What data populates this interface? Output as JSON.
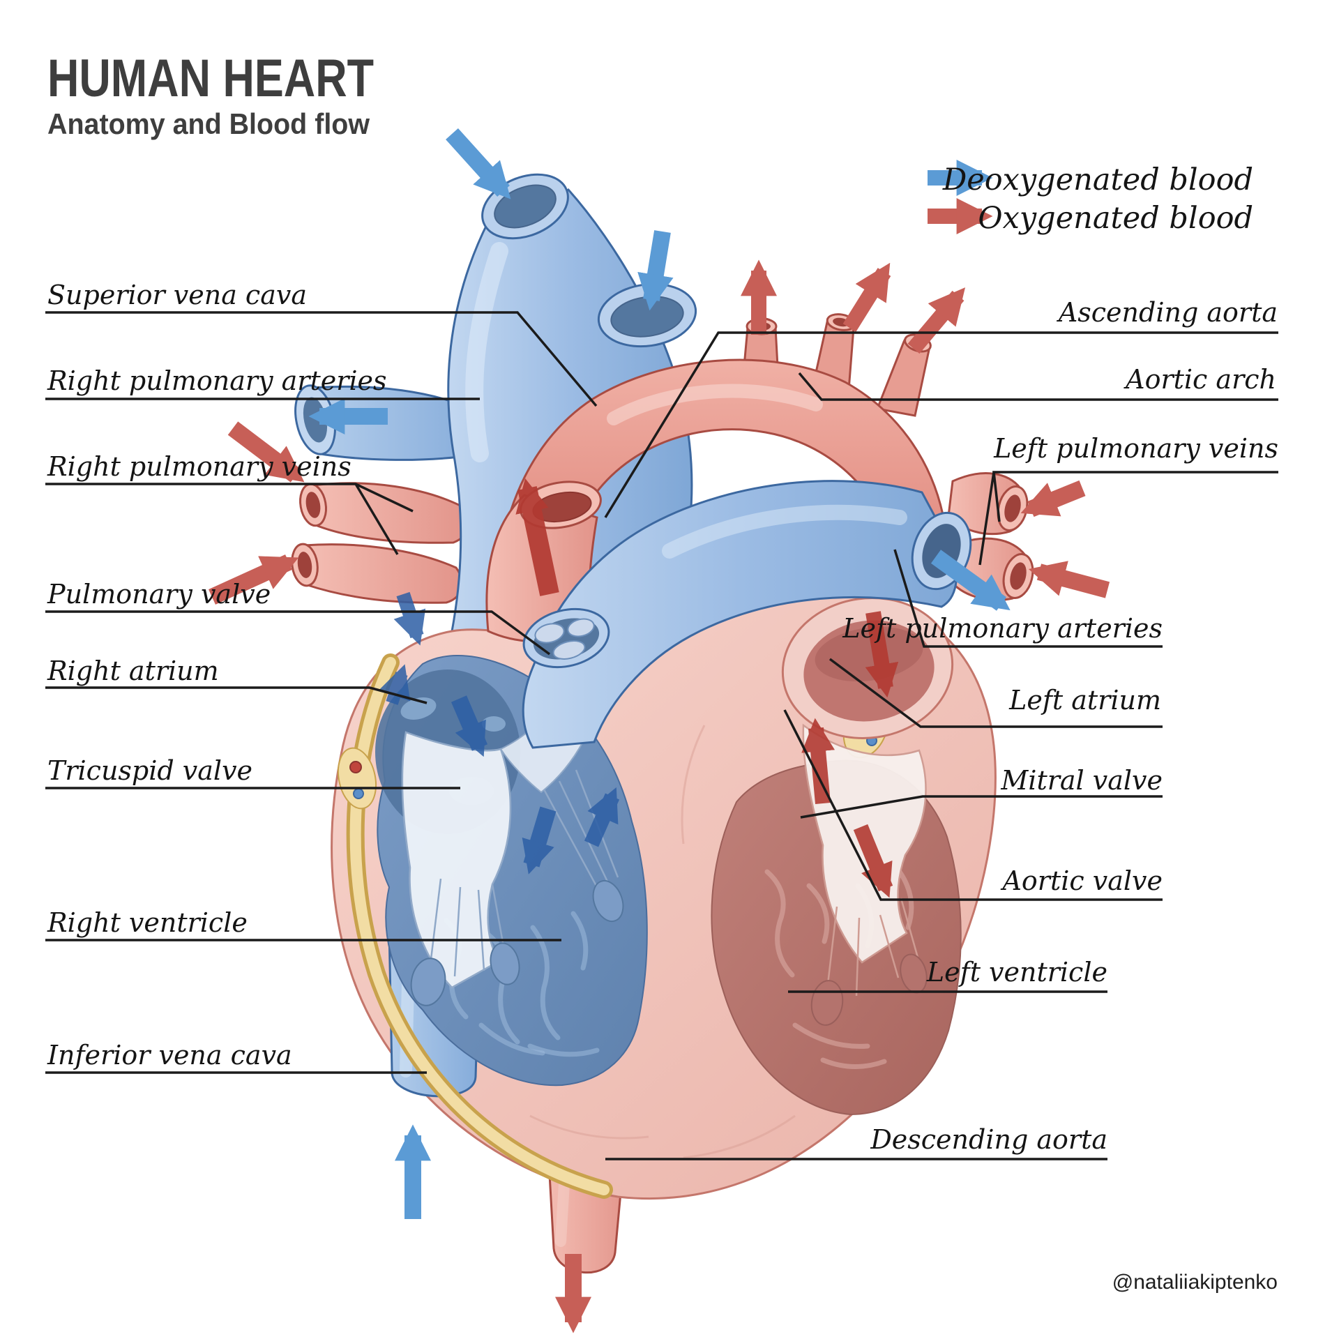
{
  "title": "HUMAN HEART",
  "subtitle": "Anatomy and Blood flow",
  "credit": "@nataliiakiptenko",
  "legend": {
    "deoxygenated": {
      "label": "Deoxygenated blood",
      "color": "#5b9bd5"
    },
    "oxygenated": {
      "label": "Oxygenated blood",
      "color": "#c75f57"
    }
  },
  "labels_left": [
    {
      "name": "superior-vena-cava",
      "text": "Superior vena cava"
    },
    {
      "name": "right-pulmonary-arteries",
      "text": "Right pulmonary arteries"
    },
    {
      "name": "right-pulmonary-veins",
      "text": "Right pulmonary veins"
    },
    {
      "name": "pulmonary-valve",
      "text": "Pulmonary valve"
    },
    {
      "name": "right-atrium",
      "text": "Right atrium"
    },
    {
      "name": "tricuspid-valve",
      "text": "Tricuspid valve"
    },
    {
      "name": "right-ventricle",
      "text": "Right ventricle"
    },
    {
      "name": "inferior-vena-cava",
      "text": "Inferior vena cava"
    }
  ],
  "labels_right": [
    {
      "name": "ascending-aorta",
      "text": "Ascending aorta"
    },
    {
      "name": "aortic-arch",
      "text": "Aortic arch"
    },
    {
      "name": "left-pulmonary-veins",
      "text": "Left pulmonary veins"
    },
    {
      "name": "left-pulmonary-arteries",
      "text": "Left pulmonary arteries"
    },
    {
      "name": "left-atrium",
      "text": "Left atrium"
    },
    {
      "name": "mitral-valve",
      "text": "Mitral valve"
    },
    {
      "name": "aortic-valve",
      "text": "Aortic valve"
    },
    {
      "name": "left-ventricle",
      "text": "Left ventricle"
    },
    {
      "name": "descending-aorta",
      "text": "Descending aorta"
    }
  ],
  "colors": {
    "deoxygenated_vessel": "#9cbce4",
    "oxygenated_vessel": "#e79d92",
    "heart_wall": "#f5cdc5",
    "title_text": "#3e3e3e",
    "label_text": "#141414"
  }
}
